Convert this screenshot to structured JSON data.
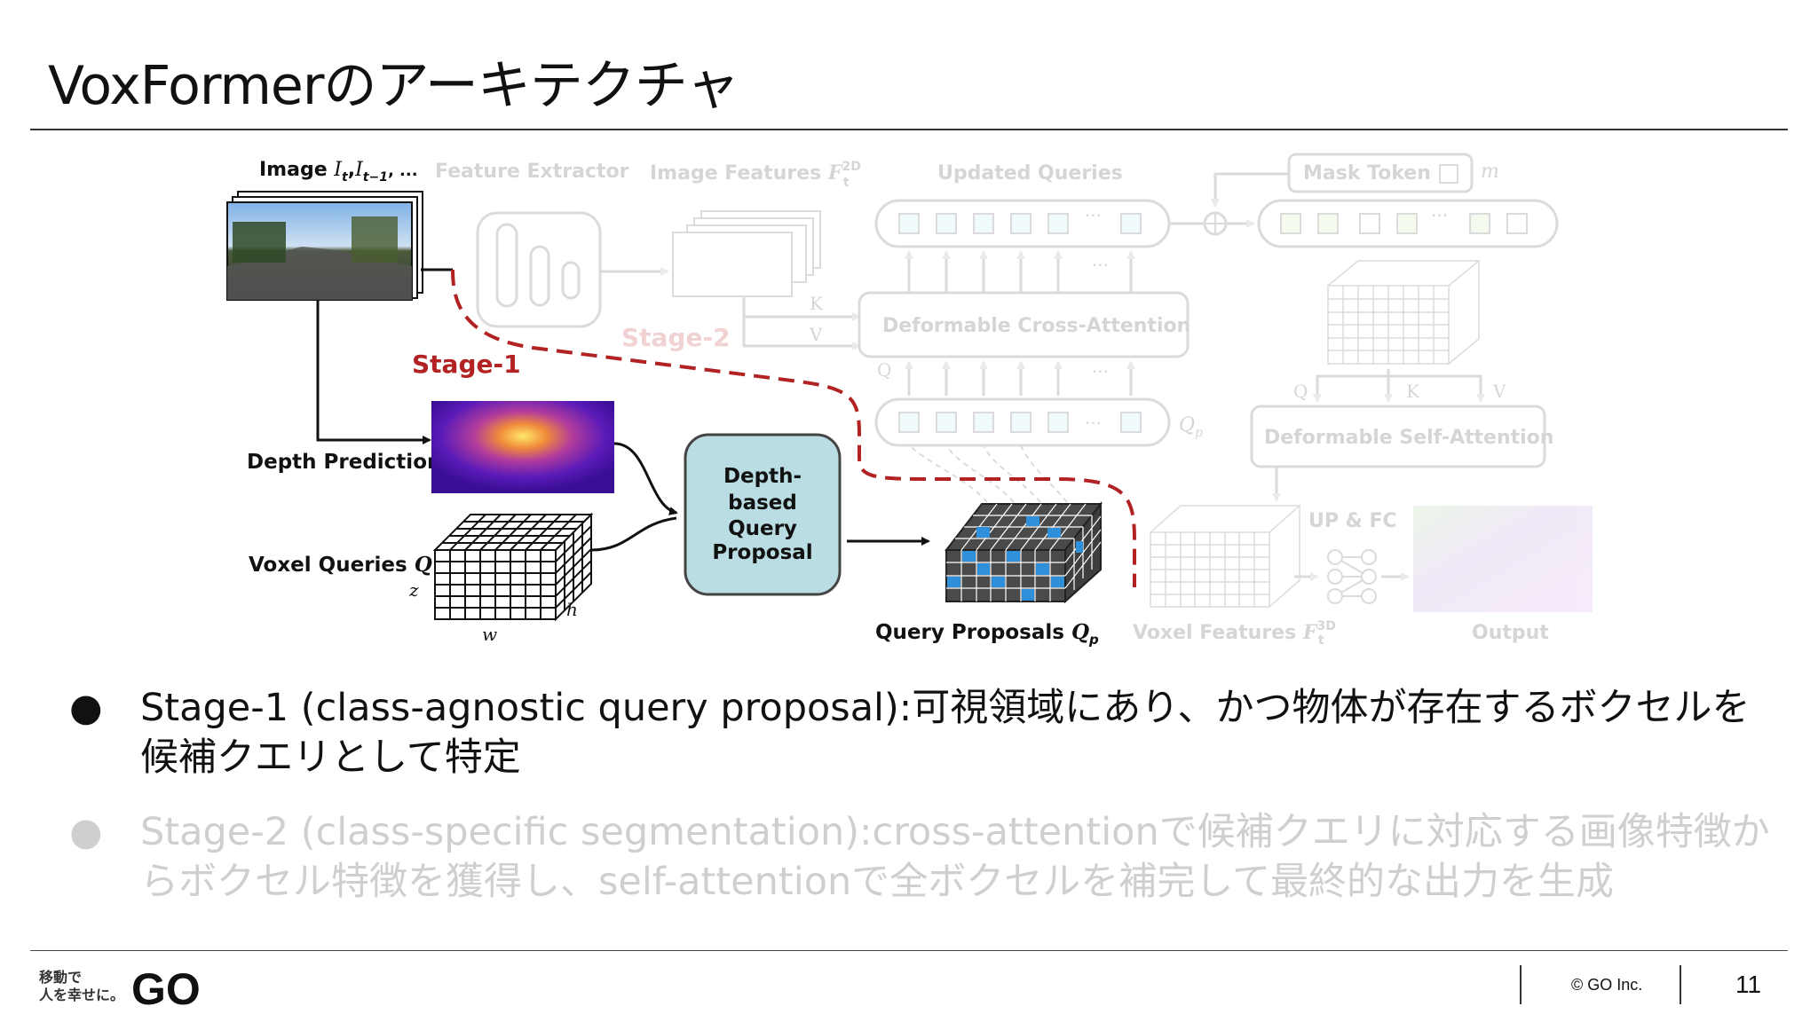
{
  "slide": {
    "title": "VoxFormerのアーキテクチャ",
    "page_number": "11"
  },
  "diagram": {
    "image_label": "Image",
    "image_symbols": "I",
    "image_sub_t": "t",
    "image_comma": ",",
    "image_sub_t1": "t−1",
    "image_ellipsis": ", ...",
    "feature_extractor": "Feature Extractor",
    "image_features": "Image Features",
    "image_features_sym": "F",
    "image_features_sup": "2D",
    "image_features_sub": "t",
    "updated_queries": "Updated Queries",
    "mask_token": "Mask Token",
    "mask_token_m": "m",
    "stage2": "Stage-2",
    "stage1": "Stage-1",
    "k_label": "K",
    "v_label": "V",
    "q_label": "Q",
    "deformable_cross": "Deformable Cross-Attention",
    "deformable_self": "Deformable Self-Attention",
    "qp_label": "Q",
    "qp_sub": "p",
    "depth_prediction": "Depth Prediction",
    "voxel_queries": "Voxel Queries",
    "voxel_queries_sym": "Q",
    "axis_z": "z",
    "axis_h": "h",
    "axis_w": "w",
    "proposal_line1": "Depth-",
    "proposal_line2": "based",
    "proposal_line3": "Query",
    "proposal_line4": "Proposal",
    "query_proposals": "Query Proposals",
    "query_proposals_sym": "Q",
    "query_proposals_sub": "p",
    "voxel_features": "Voxel Features",
    "voxel_features_sym": "F",
    "voxel_features_sup": "3D",
    "voxel_features_sub": "t",
    "up_fc": "UP & FC",
    "output": "Output",
    "dots": "...",
    "qk_q": "Q",
    "qk_k": "K",
    "qk_v": "V"
  },
  "bullets": [
    {
      "marker": "●",
      "text": "Stage-1 (class-agnostic query proposal):可視領域にあり、かつ物体が存在するボクセルを候補クエリとして特定",
      "state": "active"
    },
    {
      "marker": "●",
      "text": "Stage-2 (class-specific segmentation):cross-attentionで候補クエリに対応する画像特徴からボクセル特徴を獲得し、self-attentionで全ボクセルを補完して最終的な出力を生成",
      "state": "faded"
    }
  ],
  "footer": {
    "tagline_line1": "移動で",
    "tagline_line2": "人を幸せに。",
    "logo_text": "GO",
    "copyright": "© GO Inc."
  },
  "colors": {
    "stage1_red": "#b22222",
    "proposal_fill": "#b9dde3",
    "faded": "#cccccc",
    "cube_blue": "#2f8fd8"
  }
}
